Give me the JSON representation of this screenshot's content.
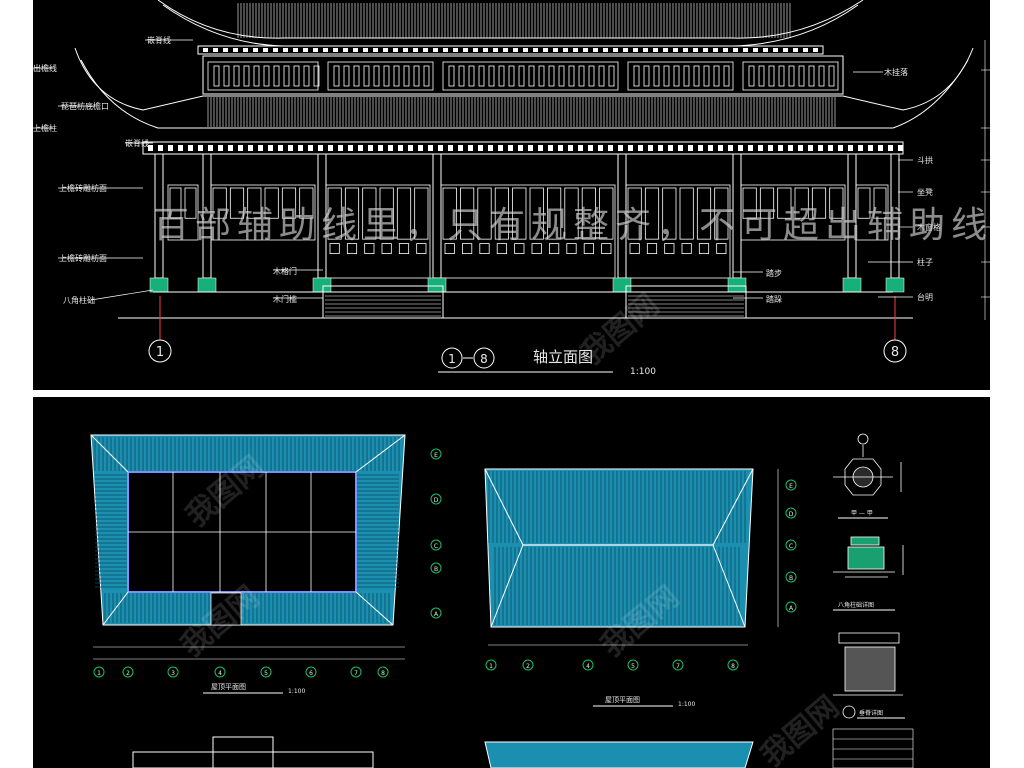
{
  "elevation": {
    "title": "轴立面图",
    "axis_range_start": "1",
    "axis_range_end": "8",
    "scale": "1:100",
    "labels_left": [
      "嵌脊线",
      "出檐线",
      "琵琶枋底檐口",
      "上檐柱",
      "嵌脊线",
      "上檐砖雕枋面",
      "上檐砖雕枋面",
      "八角柱础"
    ],
    "labels_right": [
      "木挂落",
      "斗拱",
      "坐凳",
      "木窗格",
      "柱子",
      "台明"
    ],
    "labels_bottom": [
      "木格门",
      "木门槛",
      "踏步",
      "踏跺"
    ],
    "overlay": "百部辅助线里，只有规整齐，不可超出辅助线左右"
  },
  "plans": {
    "roof_plan_1_title": "屋顶平面图",
    "roof_plan_1_scale": "1:100",
    "roof_plan_2_title": "屋顶平面图",
    "roof_plan_2_scale": "1:100",
    "section_title": "甲 — 甲",
    "column_base_title": "八角柱础详图",
    "detail_title": "垂脊详图",
    "grid_letters": [
      "E",
      "D",
      "C",
      "B",
      "A"
    ],
    "grid_numbers": [
      "1",
      "2",
      "3",
      "4",
      "5",
      "6",
      "7",
      "8"
    ]
  },
  "watermark": "我图网"
}
